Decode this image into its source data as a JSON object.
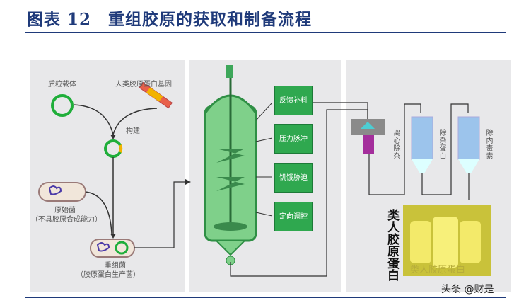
{
  "title": "图表 12　重组胶原的获取和制备流程",
  "left": {
    "plasmid": "质粒载体",
    "gene": "人类胶原蛋白基因",
    "construct": "构建",
    "original": "原始菌",
    "original_note": "（不具胶原合成能力）",
    "recombinant": "重组菌",
    "recombinant_note": "（胶原蛋白生产菌）"
  },
  "middle": {
    "boxes": [
      "反馈补料",
      "压力脉冲",
      "饥饿胁迫",
      "定向调控"
    ]
  },
  "right": {
    "centrifuge": "离心除杂",
    "remove_protein": "除杂蛋白",
    "remove_toxin": "除内毒素",
    "product": "类人胶原蛋白",
    "bottle_label": "类人胶原蛋白"
  },
  "watermark": "头条 @财是",
  "colors": {
    "title": "#1f3a7a",
    "green": "#2fa84f"
  }
}
